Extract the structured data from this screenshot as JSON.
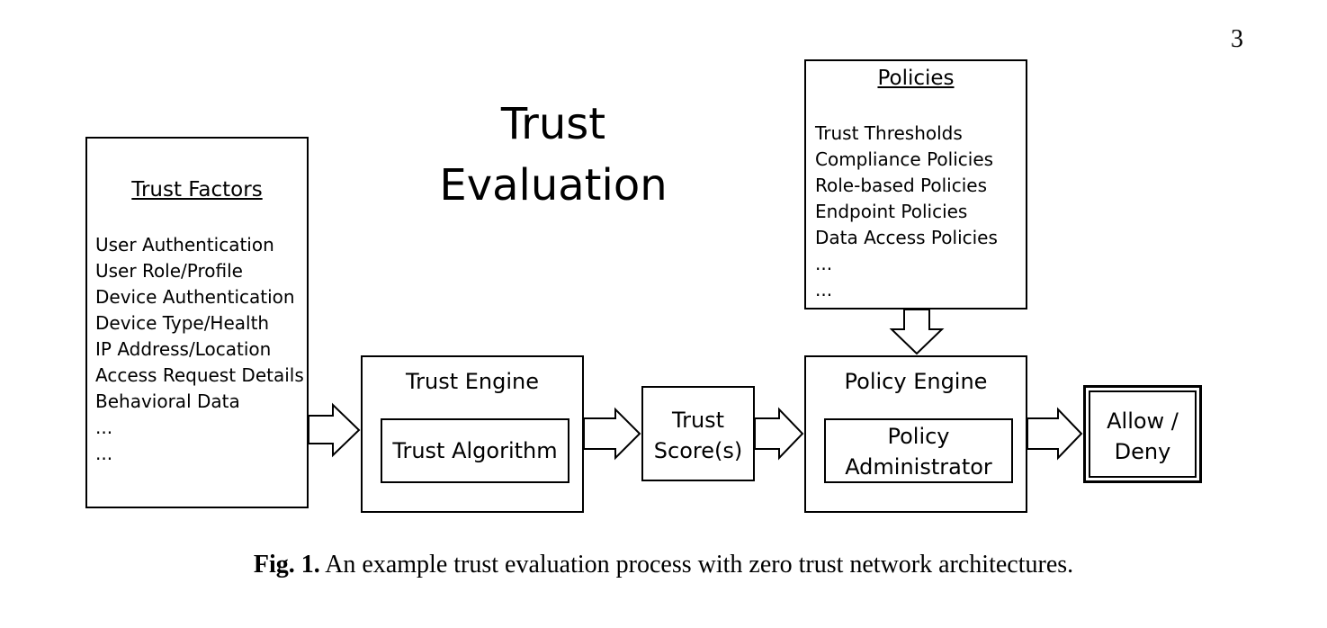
{
  "page_number": "3",
  "diagram": {
    "title_line1": "Trust",
    "title_line2": "Evaluation",
    "trust_factors": {
      "title": "Trust Factors",
      "items": [
        "User Authentication",
        "User Role/Profile",
        "Device Authentication",
        "Device Type/Health",
        "IP Address/Location",
        "Access Request Details",
        "Behavioral Data",
        "...",
        "..."
      ]
    },
    "policies": {
      "title": "Policies",
      "items": [
        "Trust Thresholds",
        "Compliance Policies",
        "Role-based Policies",
        "Endpoint Policies",
        "Data Access Policies",
        "...",
        "..."
      ]
    },
    "trust_engine": {
      "title": "Trust Engine",
      "inner": "Trust Algorithm"
    },
    "trust_score": {
      "line1": "Trust",
      "line2": "Score(s)"
    },
    "policy_engine": {
      "title": "Policy Engine",
      "inner_line1": "Policy",
      "inner_line2": "Administrator"
    },
    "decision": {
      "line1": "Allow /",
      "line2": "Deny"
    }
  },
  "caption": {
    "label": "Fig. 1.",
    "text": " An example trust evaluation process with zero trust network architectures."
  }
}
